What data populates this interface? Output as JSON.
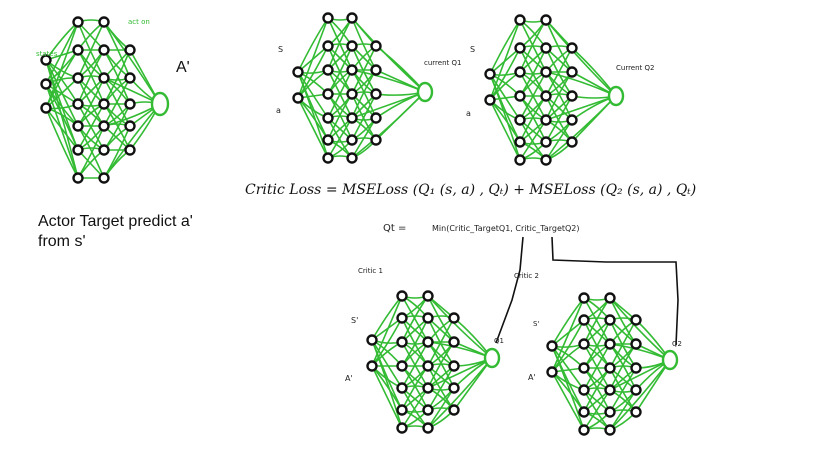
{
  "actor": {
    "input_label": "states",
    "top_label": "act on",
    "output_label": "A'",
    "caption_line1": "Actor Target predict a'",
    "caption_line2": "from s'"
  },
  "critic_current_1": {
    "input_s": "S",
    "input_a": "a",
    "output_label": "current Q1"
  },
  "critic_current_2": {
    "input_s": "S",
    "input_a": "a",
    "output_label": "Current Q2"
  },
  "formula": {
    "text": "Critic Loss  =  MSELoss (Q₁ (s, a) , Qₜ)  +  MSELoss (Q₂ (s, a) , Qₜ)"
  },
  "qt": {
    "label": "Qt =",
    "expression": "Min(Critic_TargetQ1, Critic_TargetQ2)"
  },
  "critic_target_1": {
    "title": "Critic 1",
    "input_s": "S'",
    "input_a": "A'",
    "output_label": "Q1"
  },
  "critic_target_2": {
    "title": "Critic 2",
    "input_s": "S'",
    "input_a": "A'",
    "output_label": "Q2"
  },
  "colors": {
    "edge": "#33bb33",
    "node": "#111111",
    "connector": "#111111"
  }
}
